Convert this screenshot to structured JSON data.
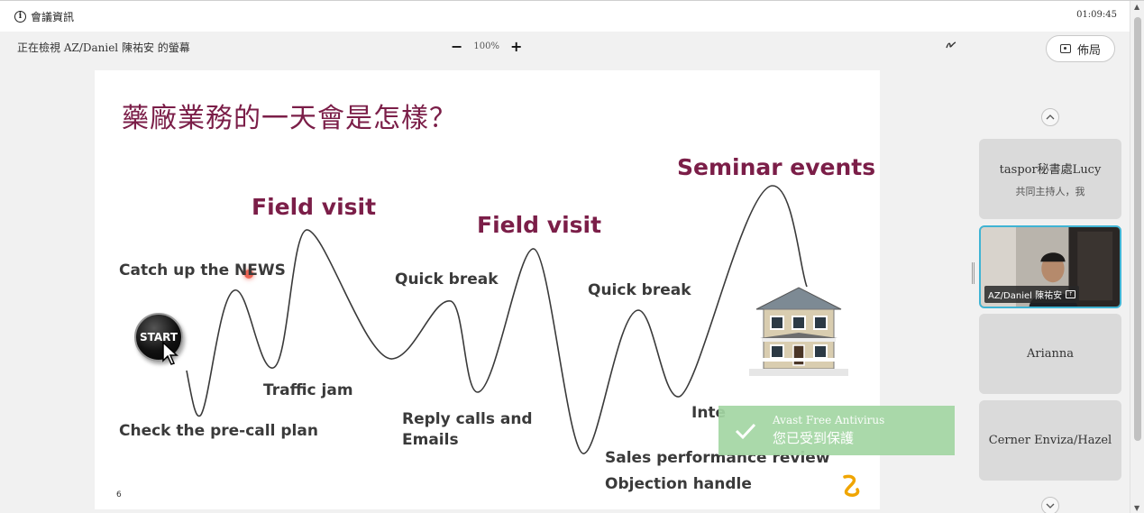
{
  "topbar": {
    "info_label": "會議資訊",
    "clock": "01:09:45"
  },
  "subbar": {
    "viewing_text": "正在檢視 AZ/Daniel 陳祐安 的螢幕",
    "zoom_minus": "−",
    "zoom_value": "100%",
    "zoom_plus": "+",
    "layout_label": "佈局"
  },
  "slide": {
    "title": "藥廠業務的一天會是怎樣？",
    "page_number": "6",
    "start_label": "START",
    "labels": {
      "catch_up": "Catch up the NEWS",
      "field_visit_1": "Field visit",
      "field_visit_2": "Field visit",
      "seminar": "Seminar events",
      "quick_break_1": "Quick break",
      "quick_break_2": "Quick break",
      "traffic_jam": "Traffic jam",
      "check_plan": "Check the pre-call plan",
      "reply_calls": "Reply calls and",
      "emails": "Emails",
      "inte": "Inte",
      "sales_review": "Sales performance review",
      "objection": "Objection handle"
    }
  },
  "toast": {
    "product": "Avast Free Antivirus",
    "message": "您已受到保護"
  },
  "participants": [
    {
      "name": "taspor秘書處Lucy",
      "role": "共同主持人，我"
    },
    {
      "name": "AZ/Daniel 陳祐安"
    },
    {
      "name": "Arianna"
    },
    {
      "name": "Cerner Enviza/Hazel"
    }
  ],
  "colors": {
    "accent_maroon": "#7b1e48",
    "toast_green": "#a3d6a3",
    "active_tile_border": "#3fb4d4"
  }
}
